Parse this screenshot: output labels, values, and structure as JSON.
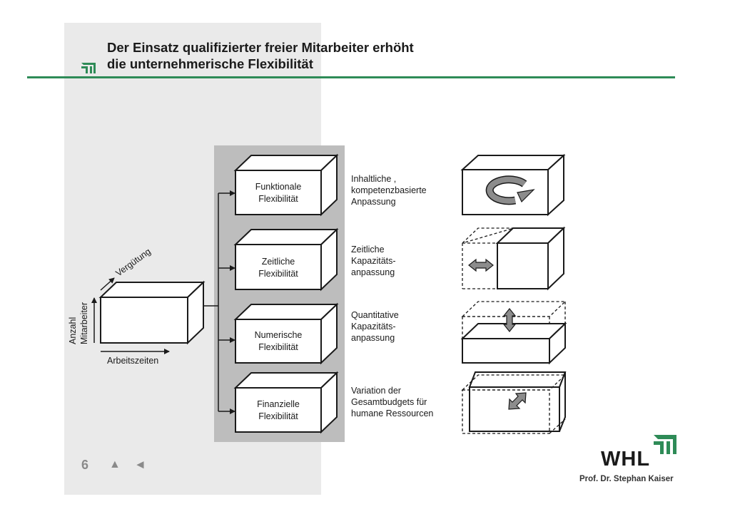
{
  "title": {
    "line1": "Der Einsatz qualifizierter freier Mitarbeiter erhöht",
    "line2": "die unternehmerische Flexibilität"
  },
  "axes": {
    "vertical": [
      "Anzahl",
      "Mitarbeiter"
    ],
    "diagonal": "Vergütung",
    "horizontal": "Arbeitszeiten"
  },
  "flex_types": [
    {
      "lines": [
        "Funktionale",
        "Flexibilität"
      ],
      "description": [
        "Inhaltliche ,",
        "kompetenzbasierte",
        "Anpassung"
      ],
      "icon": "rotation-arrow-icon"
    },
    {
      "lines": [
        "Zeitliche",
        "Flexibilität"
      ],
      "description": [
        "Zeitliche",
        "Kapazitäts-",
        "anpassung"
      ],
      "icon": "horizontal-arrow-icon"
    },
    {
      "lines": [
        "Numerische",
        "Flexibilität"
      ],
      "description": [
        "Quantitative",
        "Kapazitäts-",
        "anpassung"
      ],
      "icon": "vertical-arrow-icon"
    },
    {
      "lines": [
        "Finanzielle",
        "Flexibilität"
      ],
      "description": [
        "Variation der",
        "Gesamtbudgets für",
        "humane Ressourcen"
      ],
      "icon": "diagonal-arrow-icon"
    }
  ],
  "footer": {
    "page_number": "6",
    "nav_up": "▲",
    "nav_back": "◄",
    "logo_text": "WHL",
    "author": "Prof. Dr. Stephan Kaiser"
  },
  "colors": {
    "accent_green": "#2e8b57",
    "panel_gray": "#eaeaea",
    "center_gray": "#bdbdbd",
    "icon_gray": "#8c8c8c"
  }
}
